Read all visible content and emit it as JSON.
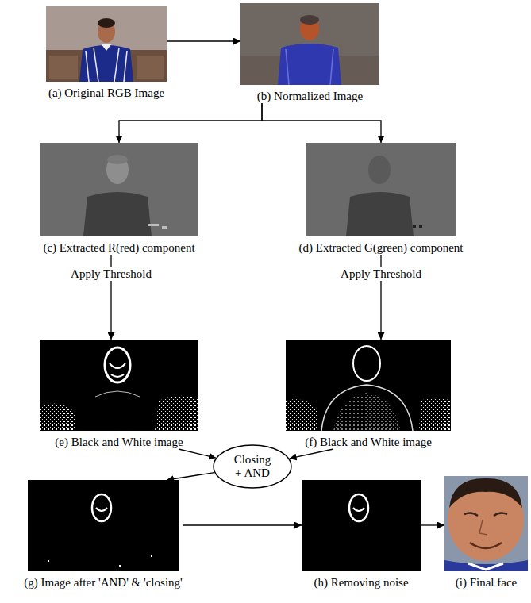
{
  "diagram": {
    "nodes": [
      {
        "text": [
          "(a) Original RGB Image"
        ]
      },
      {
        "text": [
          "(b) Normalized Image"
        ]
      },
      {
        "text": [
          "(c) Extracted R(red) component"
        ]
      },
      {
        "text": [
          "(d) Extracted G(green) component"
        ]
      },
      {
        "text": [
          "(e) Black and White image"
        ]
      },
      {
        "text": [
          "(f) Black and White image"
        ]
      },
      {
        "text": [
          "Closing + AND"
        ]
      },
      {
        "text": [
          "(g) Image after 'AND' & 'closing'"
        ]
      },
      {
        "text": [
          "(h) Removing noise"
        ]
      },
      {
        "text": [
          "(i) Final face"
        ]
      }
    ],
    "edges": [
      {
        "from": 0,
        "to": 1,
        "arrow": "to"
      },
      {
        "from": 1,
        "to": 2,
        "arrow": "to"
      },
      {
        "from": 1,
        "to": 3,
        "arrow": "to"
      },
      {
        "from": 2,
        "to": 4,
        "label": "Apply Threshold",
        "arrow": "to"
      },
      {
        "from": 3,
        "to": 5,
        "label": "Apply Threshold",
        "arrow": "to"
      },
      {
        "from": 4,
        "to": 6,
        "arrow": "to"
      },
      {
        "from": 5,
        "to": 6,
        "arrow": "to"
      },
      {
        "from": 6,
        "to": 7,
        "arrow": "to"
      },
      {
        "from": 7,
        "to": 8,
        "arrow": "to"
      },
      {
        "from": 8,
        "to": 9,
        "arrow": "to"
      }
    ]
  }
}
